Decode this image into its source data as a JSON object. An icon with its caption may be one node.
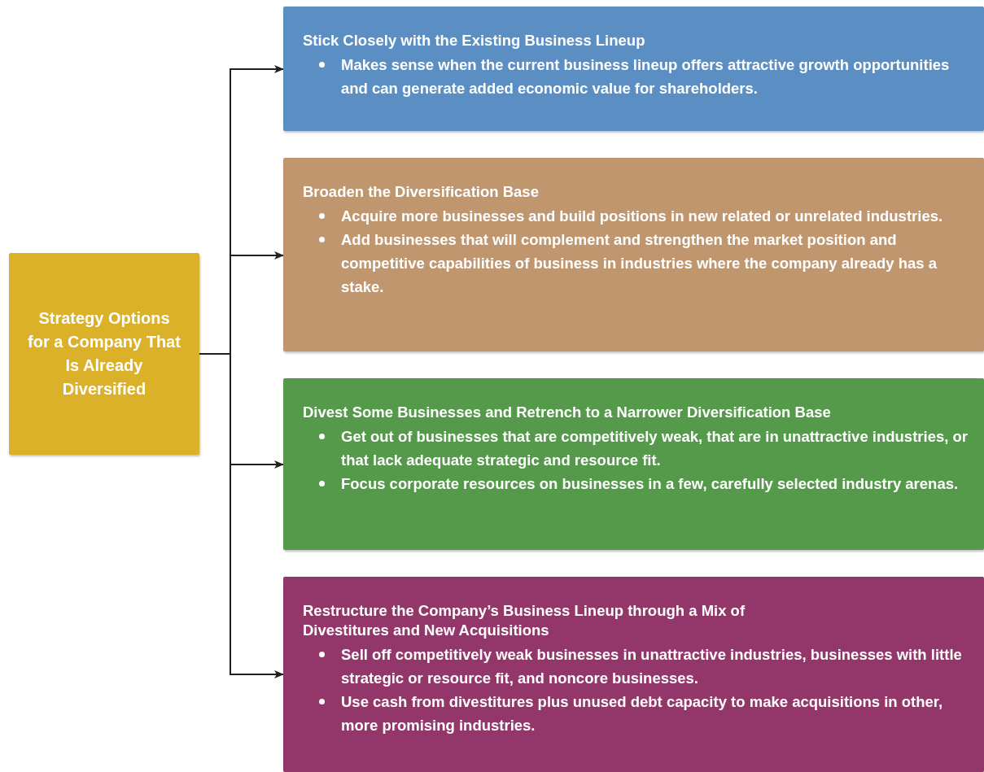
{
  "diagram": {
    "nodes": [
      {
        "text": [
          "Strategy Options for a Company That Is Already Diversified"
        ]
      },
      {
        "text": [
          "Stick Closely with the Existing Business Lineup",
          "Makes sense when the current business lineup offers attractive growth opportunities and can generate added economic value for shareholders."
        ]
      },
      {
        "text": [
          "Broaden the Diversification Base",
          "Acquire more businesses and build positions in new related or unrelated industries.",
          "Add businesses that will complement and strengthen the market position and competitive capabilities of business in industries where the company already has a stake."
        ]
      },
      {
        "text": [
          "Divest Some Businesses and Retrench to a Narrower Diversification Base",
          "Get out of businesses that are competitively weak, that are in unattractive industries, or that lack adequate strategic and resource fit.",
          "Focus corporate resources on businesses in a few, carefully selected industry arenas."
        ]
      },
      {
        "text": [
          "Restructure the Company’s Business Lineup through a Mix of Divestitures and New Acquisitions",
          "Sell off competitively weak businesses in unattractive industries, businesses with little strategic or resource fit, and noncore businesses.",
          "Use cash from divestitures plus unused debt capacity to make acquisitions in other, more promising industries."
        ]
      }
    ],
    "edges": [
      {
        "from": 0,
        "to": 1,
        "arrow": "to"
      },
      {
        "from": 0,
        "to": 2,
        "arrow": "to"
      },
      {
        "from": 0,
        "to": 3,
        "arrow": "to"
      },
      {
        "from": 0,
        "to": 4,
        "arrow": "to"
      }
    ]
  }
}
